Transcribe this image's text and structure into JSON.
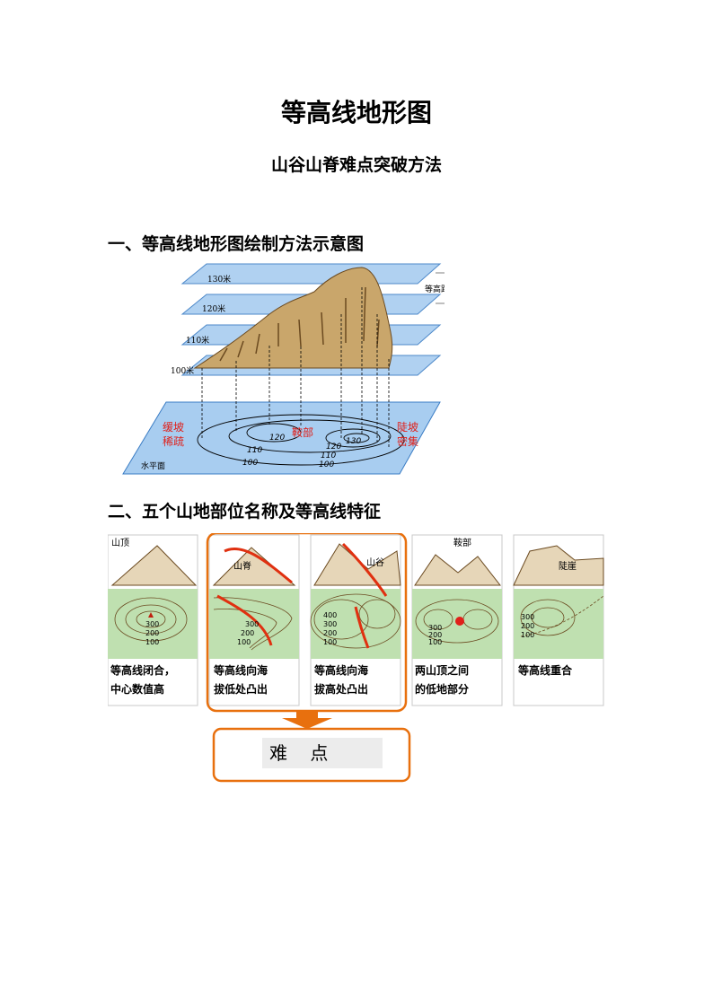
{
  "doc": {
    "title": "等高线地形图",
    "subtitle": "山谷山脊难点突破方法"
  },
  "section1": {
    "heading": "一、等高线地形图绘制方法示意图",
    "plane_labels": [
      "130米",
      "120米",
      "110米",
      "100米"
    ],
    "contour_interval_label": "等高距",
    "gentle_slope": [
      "缓坡",
      "稀疏"
    ],
    "saddle": "鞍部",
    "steep_slope": [
      "陡坡",
      "密集"
    ],
    "horizontal_plane": "水平面",
    "contour_values": [
      "120",
      "110",
      "100",
      "120",
      "130",
      "110",
      "100"
    ]
  },
  "section2": {
    "heading": "二、五个山地部位名称及等高线特征",
    "panels": [
      {
        "name": "山顶",
        "values": [
          "300",
          "200",
          "100"
        ],
        "caption": [
          "等高线闭合，",
          "中心数值高"
        ]
      },
      {
        "name": "山脊",
        "values": [
          "300",
          "200",
          "100"
        ],
        "caption": [
          "等高线向海",
          "拔低处凸出"
        ]
      },
      {
        "name": "山谷",
        "values": [
          "400",
          "300",
          "200",
          "100"
        ],
        "caption": [
          "等高线向海",
          "拔高处凸出"
        ]
      },
      {
        "name": "鞍部",
        "values": [
          "300",
          "200",
          "100"
        ],
        "caption": [
          "两山顶之间",
          "的低地部分"
        ]
      },
      {
        "name": "陡崖",
        "values": [
          "300",
          "200",
          "100"
        ],
        "caption": [
          "等高线重合",
          ""
        ]
      }
    ],
    "difficulty_label": "难    点"
  },
  "colors": {
    "plane": "#a8cdf0",
    "plane_stroke": "#3a7cc4",
    "mountain": "#c9a66b",
    "map_green": "#bfe0b0",
    "highlight": "#e8700e",
    "red_line": "#e03010",
    "red_text": "#e0201a"
  }
}
